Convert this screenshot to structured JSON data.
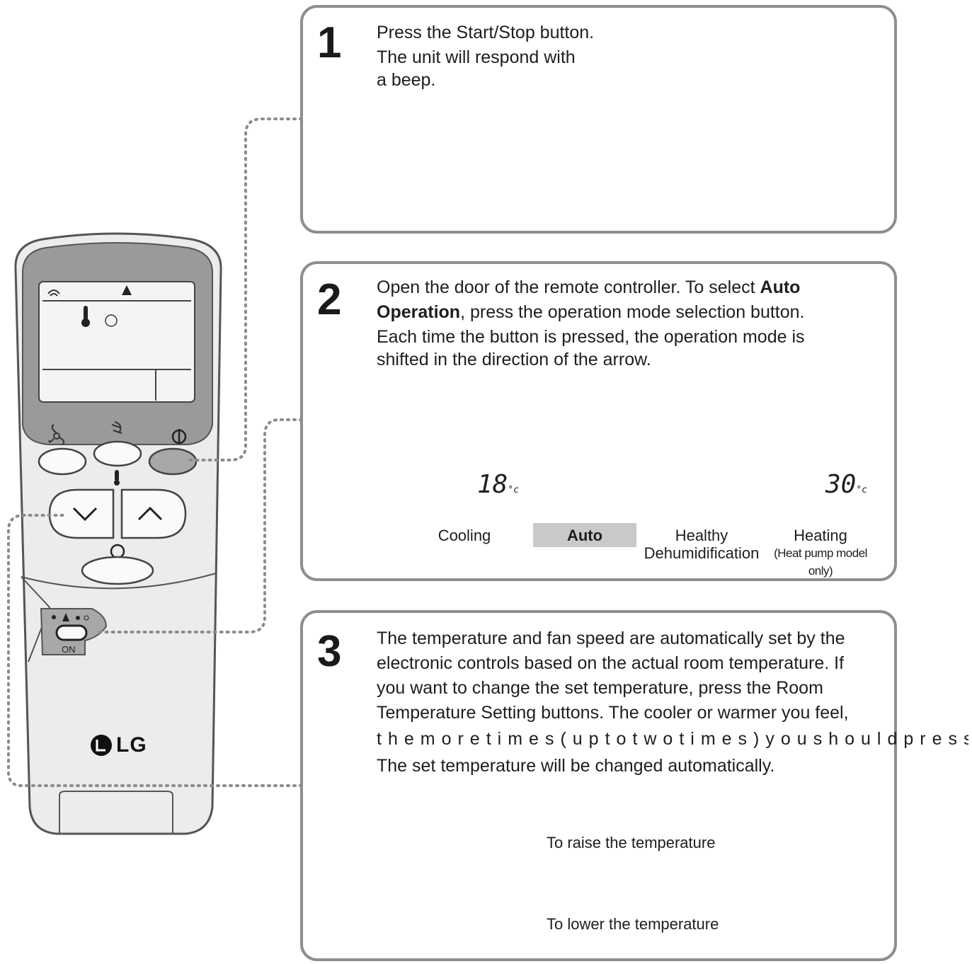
{
  "brand": {
    "logo_text": "LG"
  },
  "remote": {
    "on_label": "ON"
  },
  "steps": [
    {
      "number": "1",
      "lines": [
        "Press the Start/Stop button.",
        "The unit will respond with",
        "a beep."
      ]
    },
    {
      "number": "2",
      "line1_pre": "Open the door of the remote controller. To select ",
      "line1_bold": "Auto",
      "line2_bold": "Operation",
      "line2_post": ", press the operation mode selection button.",
      "line3": "Each time the button is pressed, the operation mode is",
      "line4": "shifted in the direction of the arrow."
    },
    {
      "number": "3",
      "lines": [
        "The temperature and fan speed are automatically set by the",
        "electronic controls based on the actual room temperature. If",
        "you want to change the set temperature, press the Room",
        "Temperature Setting buttons. The cooler or warmer you feel,"
      ],
      "spaced_line": "themoretimes(uptotwotimes)youshouldpressth",
      "last_line": "The set temperature will be changed automatically."
    }
  ],
  "modes": [
    {
      "name": "Cooling",
      "display_temp": "18",
      "unit": "°c",
      "icon": "snowflake-icon"
    },
    {
      "name": "Auto",
      "highlighted": true,
      "icon": "auto-mode-icon"
    },
    {
      "name": "Healthy",
      "name2": "Dehumidification",
      "icon": "droplet-icon"
    },
    {
      "name": "Heating",
      "note": "(Heat pump model only)",
      "display_temp": "30",
      "unit": "°c",
      "icon": "sun-icon"
    }
  ],
  "callouts": {
    "raise": "To raise the temperature",
    "lower": "To lower the temperature"
  },
  "colors": {
    "panel_border": "#8e8e8e",
    "dotted_line": "#8c8c8c",
    "highlight": "#c9c9c9",
    "remote_body": "#ececec",
    "button_pressed": "#a8a8a8"
  }
}
